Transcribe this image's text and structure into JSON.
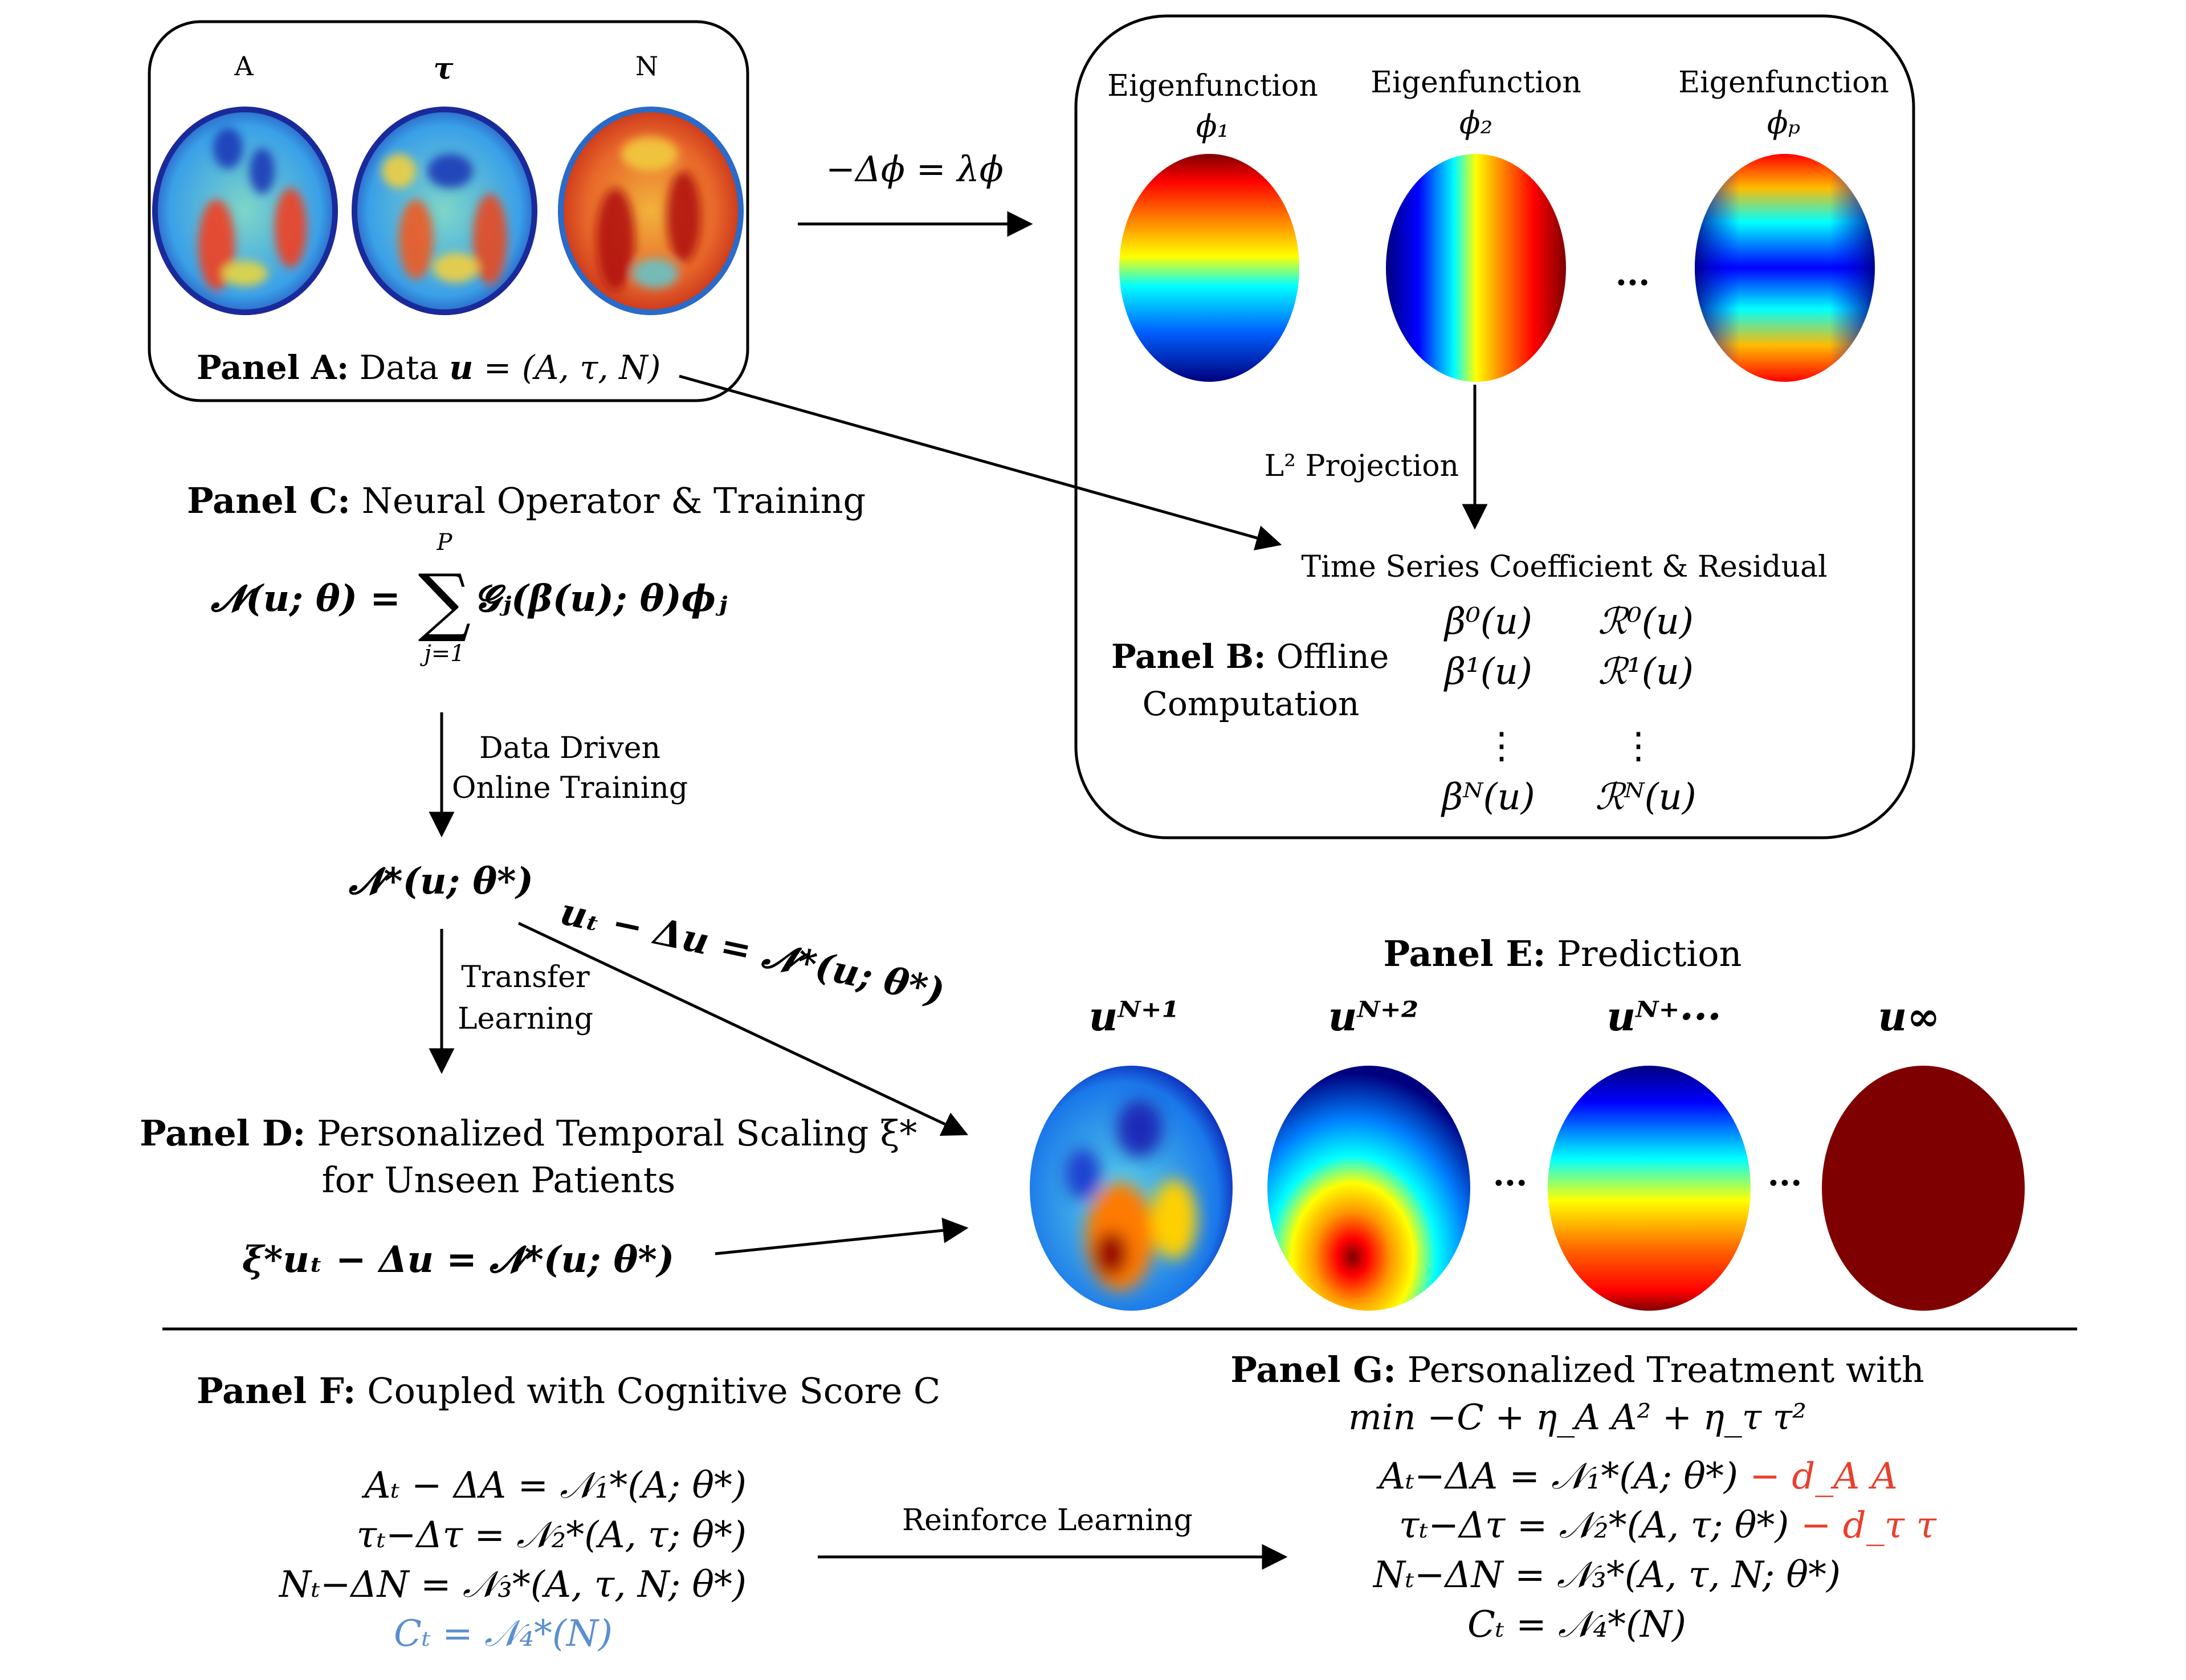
{
  "panelA": {
    "head": "Panel A:",
    "rest": " Data ",
    "eq_u": "u",
    "eq_rest": " = (A, τ, N)",
    "labels": [
      "A",
      "τ",
      "N"
    ]
  },
  "top_equation": "−Δϕ = λϕ",
  "panelB": {
    "eig_word": "Eigenfunction",
    "eig_symbols": [
      "ϕ₁",
      "ϕ₂",
      "ϕₚ"
    ],
    "ellipsis": "...",
    "projection": "L² Projection",
    "ts_title": "Time Series Coefficient & Residual",
    "head": "Panel B:",
    "rest_line1": " Offline",
    "line2": "Computation",
    "rows": [
      {
        "beta": "β⁰(u)",
        "res": "ℛ⁰(u)"
      },
      {
        "beta": "β¹(u)",
        "res": "ℛ¹(u)"
      },
      {
        "beta": "⋮",
        "res": "⋮"
      },
      {
        "beta": "βᴺ(u)",
        "res": "ℛᴺ(u)"
      }
    ]
  },
  "panelC": {
    "head": "Panel C:",
    "rest": " Neural Operator & Training",
    "lhs": "𝓝(u; θ) =",
    "sum_top": "P",
    "sum_sym": "∑",
    "sum_bottom": "j=1",
    "rhs": "𝓖ⱼ(β(u); θ)ϕⱼ",
    "training_line1": "Data Driven",
    "training_line2": "Online Training",
    "nstar": "𝓝*(u; θ*)",
    "diag_eq": "uₜ − Δu = 𝓝*(u; θ*)",
    "transfer_line1": "Transfer",
    "transfer_line2": "Learning"
  },
  "panelD": {
    "head": "Panel D:",
    "rest": " Personalized Temporal Scaling ξ*",
    "line2": "for Unseen Patients",
    "eq": "ξ*uₜ − Δu = 𝓝*(u; θ*)"
  },
  "panelE": {
    "head": "Panel E:",
    "rest": " Prediction",
    "labels": [
      "uᴺ⁺¹",
      "uᴺ⁺²",
      "uᴺ⁺···",
      "u∞"
    ],
    "ellipsis": "..."
  },
  "panelF": {
    "head": "Panel F:",
    "rest": " Coupled with Cognitive Score C",
    "eqs": [
      "Aₜ − ΔA = 𝒩₁*(A; θ*)",
      "τₜ−Δτ = 𝒩₂*(A, τ; θ*)",
      "Nₜ−ΔN = 𝒩₃*(A, τ, N; θ*)",
      "Cₜ = 𝒩₄*(N)"
    ]
  },
  "rl_label": "Reinforce Learning",
  "panelG": {
    "head": "Panel G:",
    "rest": " Personalized Treatment with",
    "objective": "min −C + η_A A² + η_τ τ²",
    "eqs": [
      {
        "main": "Aₜ−ΔA = 𝒩₁*(A; θ*)",
        "extra": " − d_A A"
      },
      {
        "main": "τₜ−Δτ = 𝒩₂*(A, τ; θ*)",
        "extra": " − d_τ τ"
      },
      {
        "main": "Nₜ−ΔN = 𝒩₃*(A, τ, N; θ*)",
        "extra": ""
      },
      {
        "main": "Cₜ = 𝒩₄*(N)",
        "extra": ""
      }
    ]
  },
  "colors": {
    "ink": "#000000",
    "blue_text": "#5b8fd0",
    "red_text": "#e8402e",
    "jet_dark_blue": "#00007f",
    "jet_blue": "#0000ff",
    "jet_cyan": "#00ffff",
    "jet_yellow": "#ffff00",
    "jet_red": "#ff0000",
    "jet_dark_red": "#7f0000"
  }
}
